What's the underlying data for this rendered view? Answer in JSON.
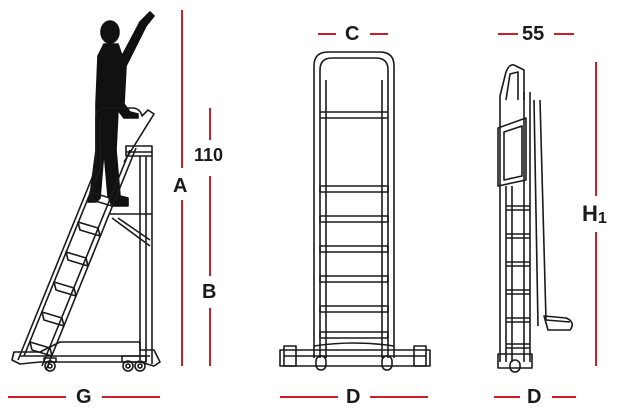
{
  "labels": {
    "a": "A",
    "b": "B",
    "c": "C",
    "d_front": "D",
    "d_side": "D",
    "g": "G",
    "h_main": "H",
    "h_sub": "1",
    "dim_110": "110",
    "dim_55": "55"
  },
  "colors": {
    "dimension_line": "#c8202a",
    "drawing_line": "#1a1a1a",
    "figure_fill": "#111111"
  }
}
